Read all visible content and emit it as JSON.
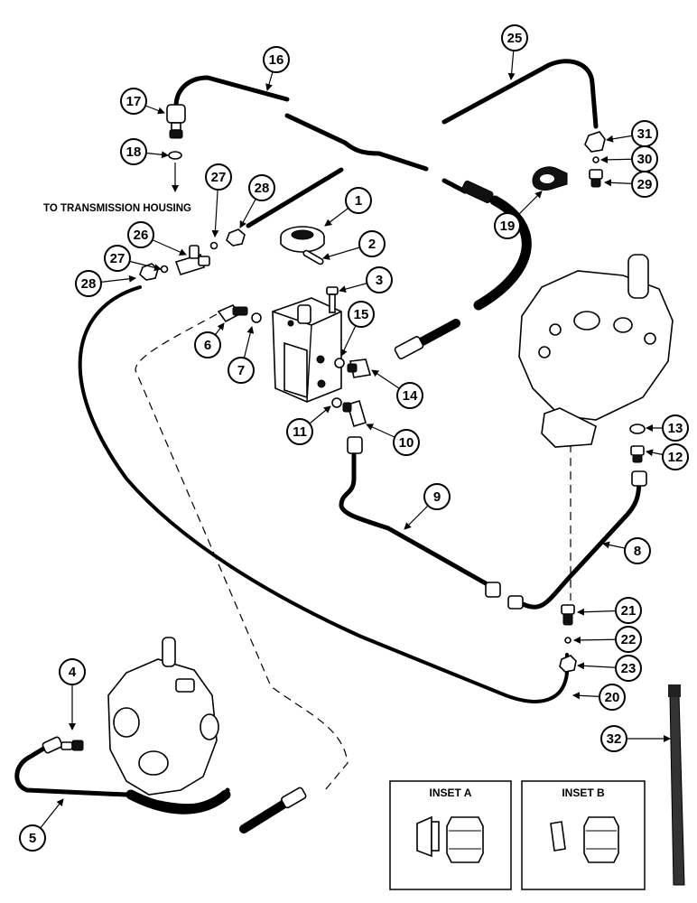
{
  "note": {
    "transmission": "TO TRANSMISSION HOUSING"
  },
  "insets": {
    "a": "INSET A",
    "b": "INSET B"
  },
  "callouts": [
    "1",
    "2",
    "3",
    "4",
    "5",
    "6",
    "7",
    "8",
    "9",
    "10",
    "11",
    "12",
    "13",
    "14",
    "15",
    "16",
    "17",
    "18",
    "19",
    "20",
    "21",
    "22",
    "23",
    "25",
    "26",
    "27",
    "28",
    "29",
    "30",
    "31",
    "32"
  ]
}
